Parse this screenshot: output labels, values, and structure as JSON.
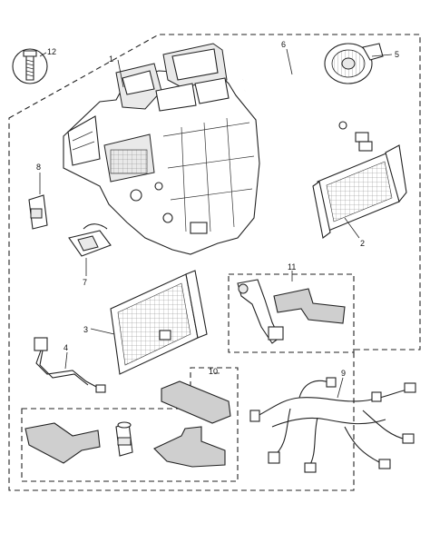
{
  "callouts": {
    "c1": "1",
    "c2": "2",
    "c3": "3",
    "c4": "4",
    "c5": "5",
    "c6": "6",
    "c7": "7",
    "c8": "8",
    "c9": "9",
    "c10": "10",
    "c11": "11",
    "c12": "12"
  },
  "icons": {
    "bolt": "bolt-icon"
  }
}
